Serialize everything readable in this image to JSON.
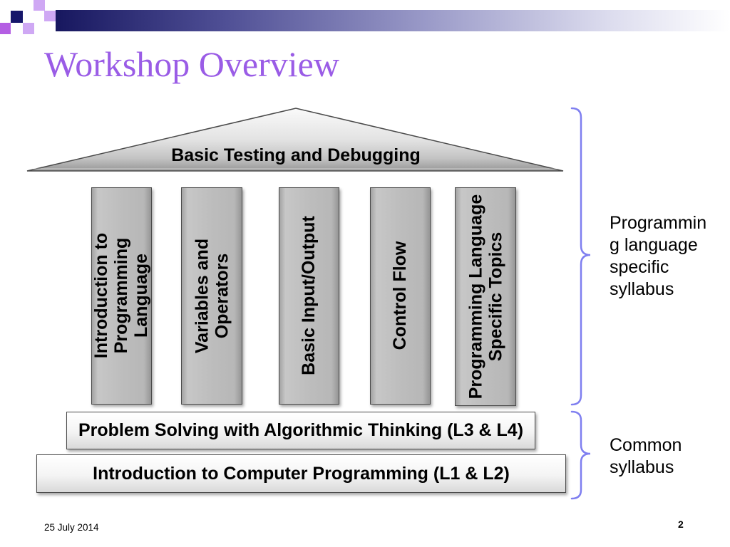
{
  "slide": {
    "title": "Workshop Overview",
    "date": "25 July 2014",
    "page_number": "2"
  },
  "diagram": {
    "roof": {
      "label": "Basic Testing and Debugging"
    },
    "pillars": [
      {
        "lines": [
          "Introduction to",
          "Programming",
          "Language"
        ]
      },
      {
        "lines": [
          "Variables and",
          "Operators"
        ]
      },
      {
        "lines": [
          "Basic Input/Output"
        ]
      },
      {
        "lines": [
          "Control Flow"
        ]
      },
      {
        "lines": [
          "Programming Language",
          "Specific Topics"
        ]
      }
    ],
    "foundations": [
      {
        "label": "Problem Solving with Algorithmic Thinking (L3 & L4)"
      },
      {
        "label": "Introduction to Computer Programming (L1 & L2)"
      }
    ]
  },
  "annotations": [
    {
      "lines": [
        "Programmin",
        "g language",
        "specific",
        "syllabus"
      ]
    },
    {
      "lines": [
        "Common",
        "syllabus"
      ]
    }
  ],
  "theme": {
    "title_color": "#9a5ce6",
    "header_bar_color": "#17175f",
    "bracket_color": "#7f7ff0",
    "text_color": "#000000"
  }
}
